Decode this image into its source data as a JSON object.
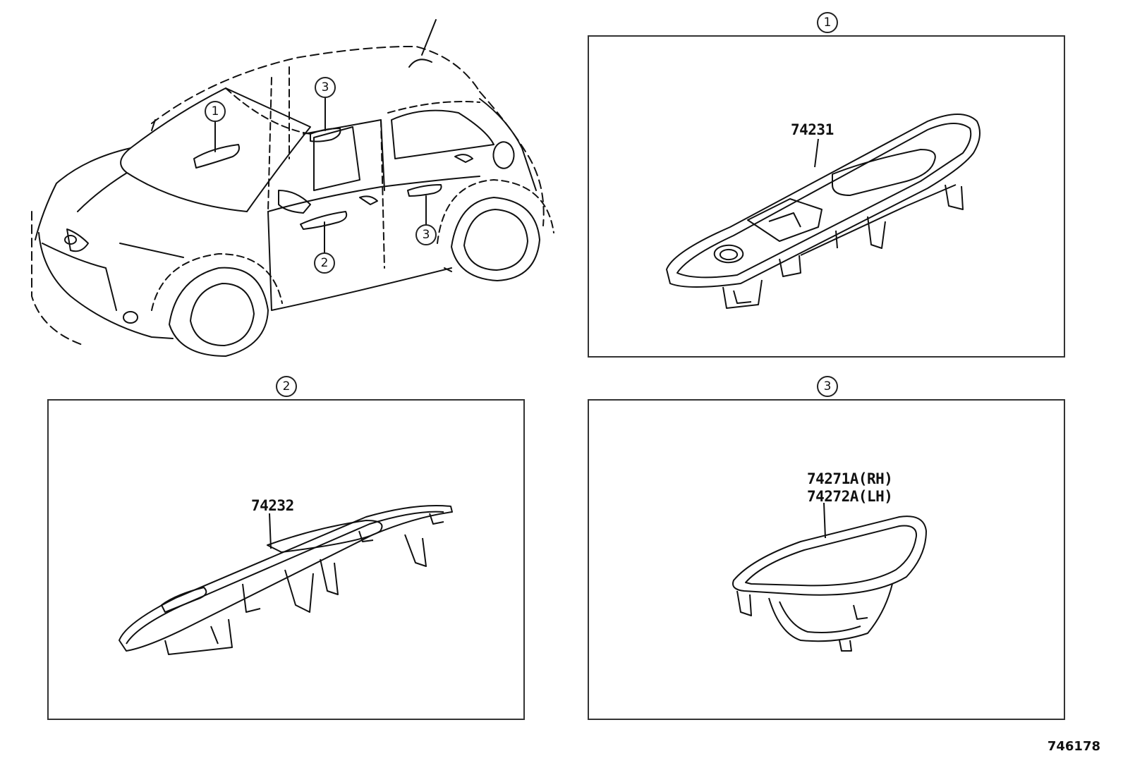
{
  "callouts": {
    "panel1": "1",
    "panel2": "2",
    "panel3": "3",
    "car_1": "1",
    "car_2": "2",
    "car_3_left": "3",
    "car_3_right": "3"
  },
  "parts": {
    "panel1_part": "74231",
    "panel2_part": "74232",
    "panel3_part_rh": "74271A(RH)",
    "panel3_part_lh": "74272A(LH)"
  },
  "document_id": "746178"
}
